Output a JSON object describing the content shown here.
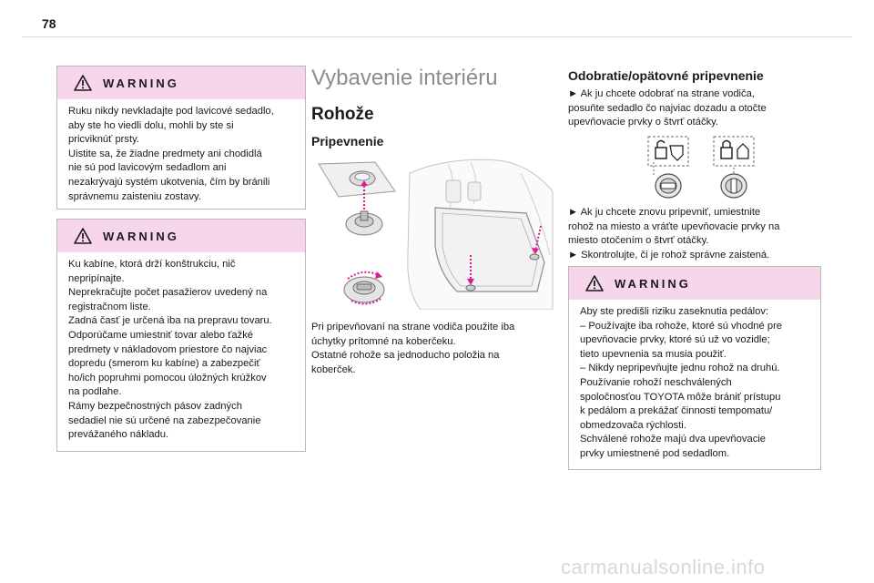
{
  "page": {
    "number": "78"
  },
  "warnings": [
    {
      "title": "WARNING",
      "lines": [
        "Ruku nikdy nevkladajte pod lavicové sedadlo,",
        "aby ste ho viedli dolu, mohli by ste si",
        "pricviknúť prsty.",
        "Uistite sa, že žiadne predmety ani chodidlá",
        "nie sú pod lavicovým sedadlom ani",
        "nezakrývajú systém ukotvenia, čím by bránili",
        "správnemu zaisteniu zostavy."
      ]
    },
    {
      "title": "WARNING",
      "lines": [
        "Ku kabíne, ktorá drží konštrukciu, nič",
        "nepripínajte.",
        "Neprekračujte počet pasažierov uvedený na",
        "registračnom liste.",
        "Zadná časť je určená iba na prepravu tovaru.",
        "Odporúčame umiestniť tovar alebo ťažké",
        "predmety v nákladovom priestore čo najviac",
        "dopredu (smerom ku kabíne) a zabezpečiť",
        "ho/ich popruhmi pomocou úložných krúžkov",
        "na podlahe.",
        "Rámy bezpečnostných pásov zadných",
        "sedadiel nie sú určené na zabezpečovanie",
        "prevážaného nákladu."
      ]
    },
    {
      "title": "WARNING",
      "lines": [
        "Aby ste predišli riziku zaseknutia pedálov:",
        "–  Používajte iba rohože, ktoré sú vhodné pre",
        "upevňovacie prvky, ktoré sú už vo vozidle;",
        "tieto upevnenia sa musia použiť.",
        "–  Nikdy nepripevňujte jednu rohož na druhú.",
        "Používanie rohoží neschválených",
        "spoločnosťou TOYOTA môže brániť prístupu",
        "k pedálom a prekážať činnosti tempomatu/",
        "obmedzovača rýchlosti.",
        "Schválené rohože majú dva upevňovacie",
        "prvky umiestnené pod sedadlom."
      ]
    }
  ],
  "section": {
    "title": "Vybavenie interiéru",
    "subtitle": "Rohože",
    "fastening_heading": "Pripevnenie",
    "fastening_lines": [
      "Pri pripevňovaní na strane vodiča použite iba",
      "úchytky prítomné na koberčeku.",
      "Ostatné rohože sa jednoducho položia na",
      "koberček."
    ],
    "removal_heading": "Odobratie/opätovné pripevnenie",
    "removal_lines": [
      "►  Ak ju chcete odobrať na strane vodiča,",
      "posuňte sedadlo čo najviac dozadu a otočte",
      "upevňovacie prvky o štvrť otáčky."
    ],
    "refit_lines": [
      "►  Ak ju chcete znovu pripevniť, umiestnite",
      "rohož na miesto a vráťte upevňovacie prvky na",
      "miesto otočením o štvrť otáčky.",
      "►  Skontrolujte, či je rohož správne zaistená."
    ]
  },
  "watermark": "carmanualsonline.info",
  "colors": {
    "warning_header": "#f7d6ec",
    "accent_arrow": "#e0199a",
    "heading_grey": "#8c8c8c"
  }
}
